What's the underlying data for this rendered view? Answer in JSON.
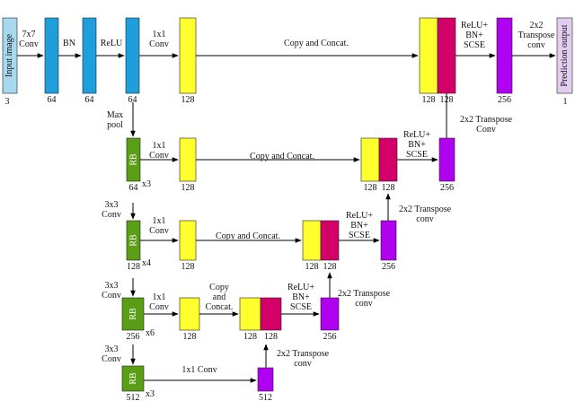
{
  "colors": {
    "input_box": "#a8d8ee",
    "output_box": "#e3cdee",
    "blue_block": "#1e9fdc",
    "yellow_block": "#ffff2e",
    "magenta_block": "#d4006a",
    "purple_block": "#b000f0",
    "green_block": "#5a9e16"
  },
  "nodes": {
    "input": {
      "text": "Input image",
      "channels": "3"
    },
    "output": {
      "text": "Prediction output",
      "channels": "1"
    },
    "enc0_conv": {
      "channels": "64"
    },
    "enc0_bn": {
      "channels": "64"
    },
    "enc0_relu": {
      "channels": "64"
    },
    "enc0_1x1": {
      "channels": "128"
    },
    "dec0_yellow": {
      "channels": "128"
    },
    "dec0_magenta": {
      "channels": "128"
    },
    "dec0_up": {
      "channels": "256"
    },
    "rb1": {
      "text": "RB",
      "repeat": "x3",
      "channels": "64"
    },
    "l1_1x1": {
      "channels": "128"
    },
    "dec1_yellow": {
      "channels": "128"
    },
    "dec1_magenta": {
      "channels": "128"
    },
    "dec1_up": {
      "channels": "256"
    },
    "rb2": {
      "text": "RB",
      "repeat": "x4",
      "channels": "128"
    },
    "l2_1x1": {
      "channels": "128"
    },
    "dec2_yellow": {
      "channels": "128"
    },
    "dec2_magenta": {
      "channels": "128"
    },
    "dec2_up": {
      "channels": "256"
    },
    "rb3": {
      "text": "RB",
      "repeat": "x6",
      "channels": "256"
    },
    "l3_1x1": {
      "channels": "128"
    },
    "dec3_yellow": {
      "channels": "128"
    },
    "dec3_magenta": {
      "channels": "128"
    },
    "dec3_up": {
      "channels": "256"
    },
    "rb4": {
      "text": "RB",
      "repeat": "x3",
      "channels": "512"
    },
    "bottom_up": {
      "channels": "512"
    }
  },
  "labels": {
    "conv7": [
      "7x7",
      "Conv"
    ],
    "bn": [
      "BN"
    ],
    "relu": [
      "ReLU"
    ],
    "onebyone_0": [
      "1x1",
      "Conv"
    ],
    "copy_0": [
      "Copy and Concat."
    ],
    "relu_bn_scse_0": [
      "ReLU+",
      "BN+",
      "SCSE"
    ],
    "transpose_out": [
      "2x2",
      "Transpose",
      "conv"
    ],
    "maxpool": [
      "Max",
      "pool"
    ],
    "transpose_0": [
      "2x2 Transpose",
      "Conv"
    ],
    "onebyone_1": [
      "1x1",
      "Conv"
    ],
    "copy_1": [
      "Copy and Concat."
    ],
    "relu_bn_scse_1": [
      "ReLU+",
      "BN+",
      "SCSE"
    ],
    "conv3_2": [
      "3x3",
      "Conv"
    ],
    "transpose_1": [
      "2x2 Transpose",
      "conv"
    ],
    "onebyone_2": [
      "1x1",
      "Conv"
    ],
    "copy_2": [
      "Copy and Concat."
    ],
    "relu_bn_scse_2": [
      "ReLU+",
      "BN+",
      "SCSE"
    ],
    "conv3_3": [
      "3x3",
      "Conv"
    ],
    "transpose_2": [
      "2x2 Transpose",
      "conv"
    ],
    "onebyone_3": [
      "1x1",
      "Conv"
    ],
    "copy_3": [
      "Copy",
      "and",
      "Concat."
    ],
    "relu_bn_scse_3": [
      "ReLU+",
      "BN+",
      "SCSE"
    ],
    "conv3_4": [
      "3x3",
      "Conv"
    ],
    "transpose_3": [
      "2x2 Transpose",
      "conv"
    ],
    "onebyone_4": [
      "1x1 Conv"
    ]
  }
}
